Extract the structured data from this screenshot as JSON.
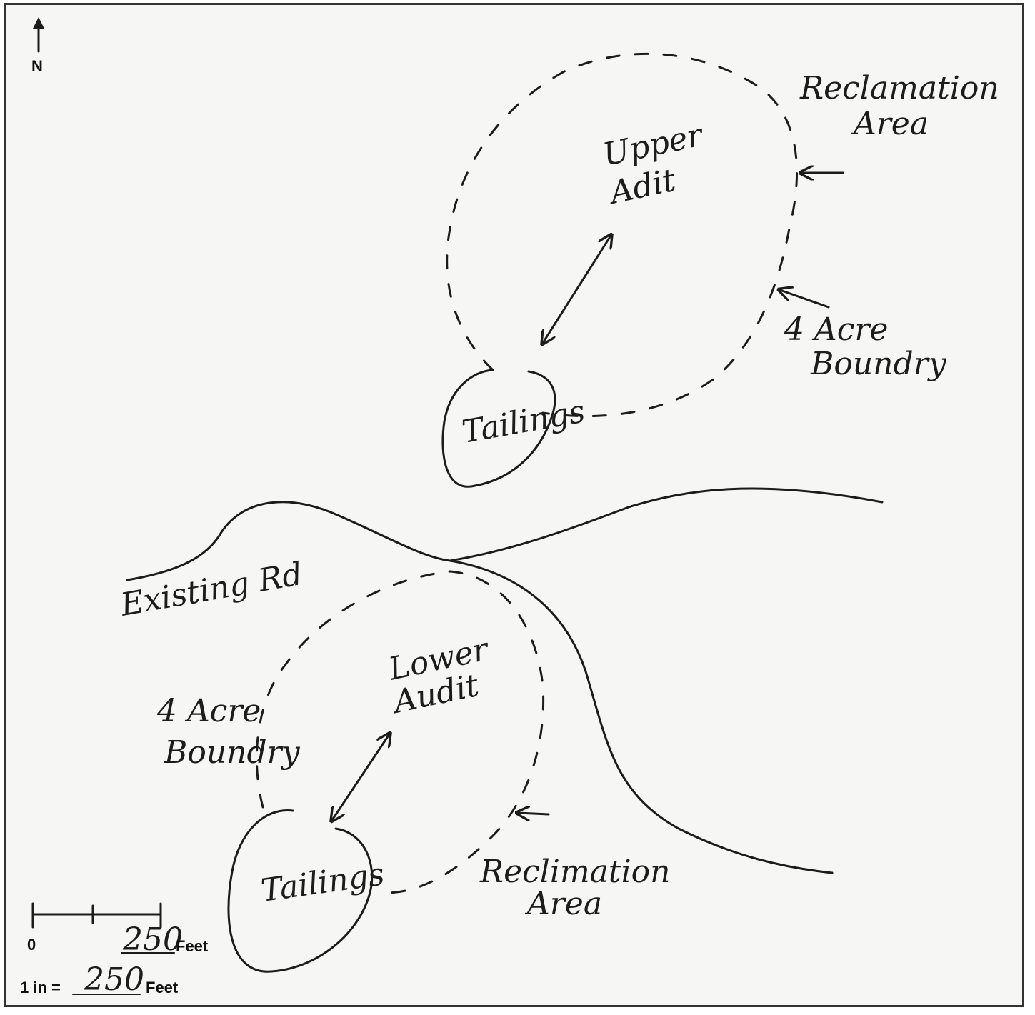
{
  "north": {
    "label": "N"
  },
  "labels": {
    "reclamation_upper_1": "Reclamation",
    "reclamation_upper_2": "Area",
    "upper_adit_1": "Upper",
    "upper_adit_2": "Adit",
    "four_acre_upper_1": "4 Acre",
    "four_acre_upper_2": "Boundry",
    "tailings_upper": "Tailings",
    "existing_road": "Existing Rd",
    "lower_adit_1": "Lower",
    "lower_adit_2": "Audit",
    "four_acre_lower_1": "4 Acre",
    "four_acre_lower_2": "Boundry",
    "tailings_lower": "Tailings",
    "reclamation_lower_1": "Reclimation",
    "reclamation_lower_2": "Area"
  },
  "scale": {
    "zero": "0",
    "end_value": "250",
    "end_unit": "Feet",
    "ratio_prefix": "1 in =",
    "ratio_value": "250",
    "ratio_unit": "Feet"
  },
  "colors": {
    "ink": "#1c1c1c",
    "paper": "#f6f6f4",
    "frame": "#333333"
  }
}
